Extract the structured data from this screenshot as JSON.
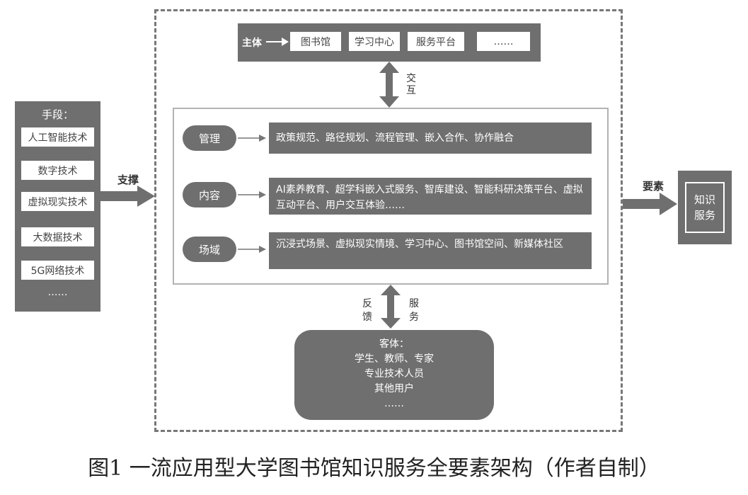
{
  "left_panel": {
    "title": "手段：",
    "items": [
      "人工智能技术",
      "数字技术",
      "虚拟现实技术",
      "大数据技术",
      "5G网络技术",
      "……"
    ]
  },
  "left_arrow_label": "支撑",
  "top_bar": {
    "label": "主体",
    "items": [
      "图书馆",
      "学习中心",
      "服务平台",
      "……"
    ]
  },
  "top_interaction_label": "交互",
  "rows": [
    {
      "pill": "管理",
      "text": "政策规范、路径规划、流程管理、嵌入合作、协作融合"
    },
    {
      "pill": "内容",
      "text": "AI素养教育、超学科嵌入式服务、智库建设、智能科研决策平台、虚拟互动平台、用户交互体验……"
    },
    {
      "pill": "场域",
      "text": "沉浸式场景、虚拟现实情境、学习中心、图书馆空间、新媒体社区"
    }
  ],
  "bottom_labels": {
    "left": "反馈",
    "right": "服务"
  },
  "bottom_box": {
    "title": "客体：",
    "lines": [
      "学生、教师、专家",
      "专业技术人员",
      "其他用户",
      "……"
    ]
  },
  "right_arrow_label": "要素",
  "right_box": {
    "text": "知识服务"
  },
  "caption": "图1 一流应用型大学图书馆知识服务全要素架构（作者自制）"
}
